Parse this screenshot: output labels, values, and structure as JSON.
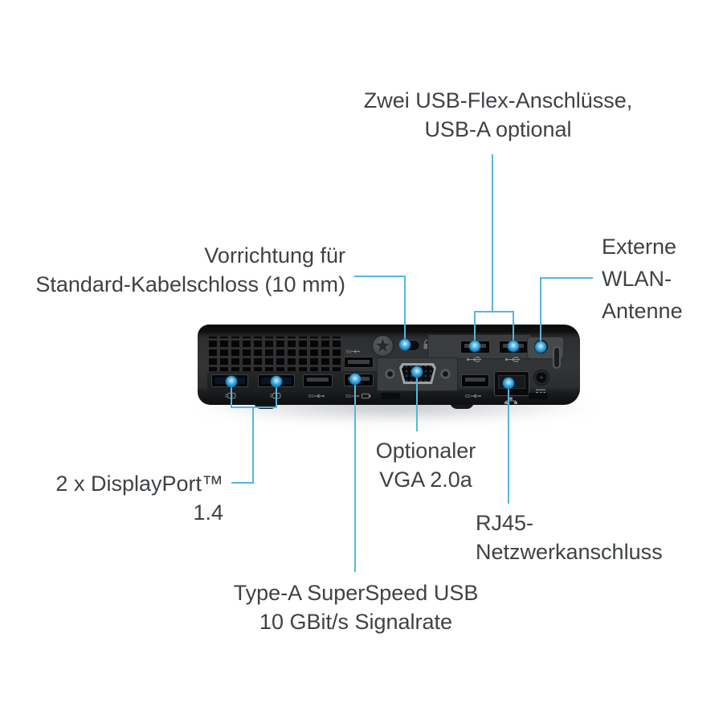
{
  "figure": {
    "type": "product-rear-panel-callout-diagram",
    "background": "#ffffff"
  },
  "colors": {
    "callout_line": "#56b6dd",
    "callout_dot": "#1e95d2",
    "label_text": "#3e4245",
    "device_face": "#2d2f31",
    "device_top": "#0b0c0d",
    "panel": "#3a3c3e",
    "icon_gray": "#8d9296"
  },
  "labels": {
    "usb_flex": {
      "line1": "Zwei USB-Flex-Anschlüsse,",
      "line2": "USB-A optional"
    },
    "cable_lock": {
      "line1": "Vorrichtung für",
      "line2": "Standard-Kabelschloss (10 mm)"
    },
    "wlan": {
      "line1": "Externe",
      "line2": "WLAN-",
      "line3": "Antenne"
    },
    "displayport": {
      "line1": "2 x DisplayPort™ 1.4"
    },
    "vga": {
      "line1": "Optionaler",
      "line2": "VGA 2.0a"
    },
    "rj45": {
      "line1": "RJ45-Netzwerkanschluss"
    },
    "type_a": {
      "line1": "Type-A SuperSpeed USB",
      "line2": "10 GBit/s Signalrate"
    }
  },
  "icons": {
    "displayport": "displayport-icon",
    "usb": "usb-trident-icon",
    "superspeed_usb": "superspeed-usb-icon",
    "usb_charging": "usb-battery-icon",
    "padlock": "lock-icon",
    "network": "network-icon",
    "dc_power": "dc-power-icon",
    "antenna": "antenna-connector"
  }
}
